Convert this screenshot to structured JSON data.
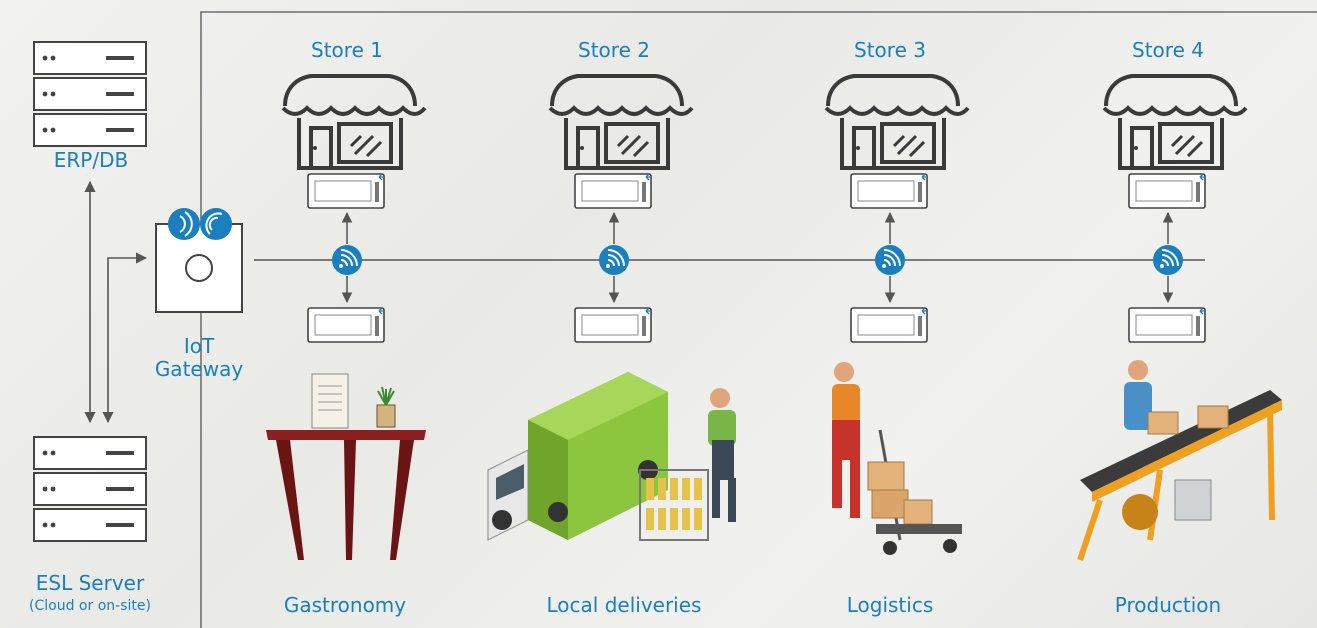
{
  "left": {
    "erp_label": "ERP/DB",
    "server_title": "ESL Server",
    "server_subtitle": "(Cloud or on-site)",
    "gateway_line1": "IoT",
    "gateway_line2": "Gateway"
  },
  "stores": [
    {
      "name": "Store 1",
      "sector": "Gastronomy"
    },
    {
      "name": "Store 2",
      "sector": "Local deliveries"
    },
    {
      "name": "Store 3",
      "sector": "Logistics"
    },
    {
      "name": "Store 4",
      "sector": "Production"
    }
  ],
  "colors": {
    "accent": "#1a7fbe",
    "line": "#555555",
    "icon_stroke": "#3a3a3a"
  },
  "icons": {
    "server": "server-rack-icon",
    "store": "storefront-icon",
    "esl": "esl-tag-icon",
    "wireless": "wireless-node-icon",
    "gateway": "iot-gateway-icon"
  }
}
